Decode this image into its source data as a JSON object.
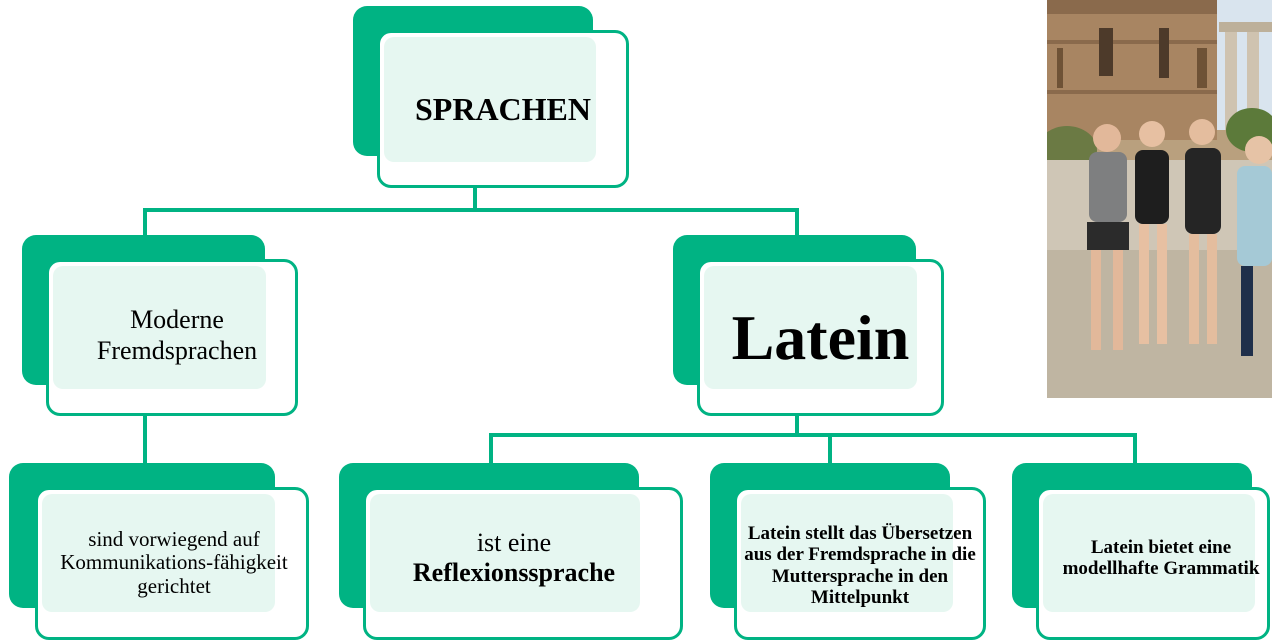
{
  "diagram": {
    "root": {
      "label": "SPRACHEN"
    },
    "modern": {
      "label": "Moderne Fremdsprachen"
    },
    "latin": {
      "label": "Latein"
    },
    "modern_desc": {
      "label": "sind vorwiegend auf Kommunikations-fähigkeit gerichtet"
    },
    "reflexion": {
      "line1": "ist eine",
      "line2": "Reflexionssprache"
    },
    "translation": {
      "label": "Latein stellt das Übersetzen aus der Fremdsprache in die Muttersprache in den Mittelpunkt"
    },
    "grammar": {
      "label": "Latein bietet eine modellhafte Grammatik"
    }
  },
  "colors": {
    "accent": "#00b383",
    "tint": "#e6f7f1"
  },
  "photo": {
    "description": "Group of students in front of ancient Roman buildings"
  }
}
